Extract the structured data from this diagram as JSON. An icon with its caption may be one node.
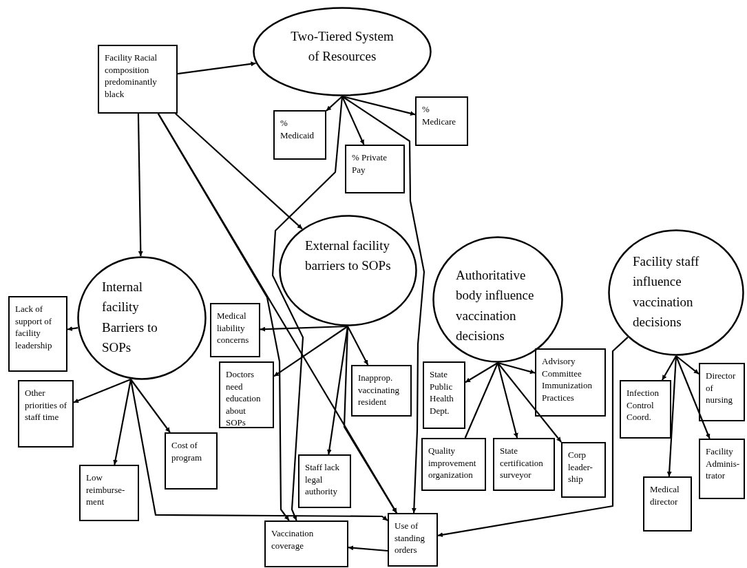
{
  "diagram": {
    "nodes": [
      {
        "text": [
          "Facility Racial composition predominantly black"
        ]
      },
      {
        "text": [
          "Two-Tiered System of Resources"
        ]
      },
      {
        "text": [
          "% Medicaid"
        ]
      },
      {
        "text": [
          "% Private Pay"
        ]
      },
      {
        "text": [
          "% Medicare"
        ]
      },
      {
        "text": [
          "External facility barriers to SOPs"
        ]
      },
      {
        "text": [
          "Internal facility Barriers to SOPs"
        ]
      },
      {
        "text": [
          "Lack of support of facility leadership"
        ]
      },
      {
        "text": [
          "Authoritative body influence vaccination decisions"
        ]
      },
      {
        "text": [
          "Facility staff influence vaccination decisions"
        ]
      },
      {
        "text": [
          "Medical liability concerns"
        ]
      },
      {
        "text": [
          "Inapprop. vaccinating resident"
        ]
      },
      {
        "text": [
          "State Public Health Dept."
        ]
      },
      {
        "text": [
          "Advisory Committee Immunization Practices"
        ]
      },
      {
        "text": [
          "Other priorities of staff time"
        ]
      },
      {
        "text": [
          "Doctors need education about SOPs"
        ]
      },
      {
        "text": [
          "Infection Control Coord."
        ]
      },
      {
        "text": [
          "Director of nursing"
        ]
      },
      {
        "text": [
          "Cost of program"
        ]
      },
      {
        "text": [
          "Quality improvement organization"
        ]
      },
      {
        "text": [
          "State certification surveyor"
        ]
      },
      {
        "text": [
          "Corp leader-ship"
        ]
      },
      {
        "text": [
          "Low reimburse-ment"
        ]
      },
      {
        "text": [
          "Staff lack legal authority"
        ]
      },
      {
        "text": [
          "Facility Adminis-trator"
        ]
      },
      {
        "text": [
          "Medical director"
        ]
      },
      {
        "text": [
          "Vaccination coverage"
        ]
      },
      {
        "text": [
          "Use of standing orders"
        ]
      }
    ],
    "edges": [
      {
        "from": 0,
        "to": 1,
        "arrow": "to"
      },
      {
        "from": 0,
        "to": 6,
        "arrow": "to"
      },
      {
        "from": 0,
        "to": 5,
        "arrow": "to"
      },
      {
        "from": 0,
        "to": 26,
        "arrow": "to"
      },
      {
        "from": 0,
        "to": 27,
        "arrow": "to"
      },
      {
        "from": 1,
        "to": 2,
        "arrow": "to"
      },
      {
        "from": 1,
        "to": 3,
        "arrow": "to"
      },
      {
        "from": 1,
        "to": 4,
        "arrow": "to"
      },
      {
        "from": 1,
        "to": 26,
        "arrow": "to"
      },
      {
        "from": 1,
        "to": 27,
        "arrow": "to"
      },
      {
        "from": 5,
        "to": 10,
        "arrow": "to"
      },
      {
        "from": 5,
        "to": 15,
        "arrow": "to"
      },
      {
        "from": 5,
        "to": 11,
        "arrow": "to"
      },
      {
        "from": 5,
        "to": 23,
        "arrow": "to"
      },
      {
        "from": 5,
        "to": 27,
        "arrow": "to"
      },
      {
        "from": 6,
        "to": 7,
        "arrow": "to"
      },
      {
        "from": 6,
        "to": 14,
        "arrow": "to"
      },
      {
        "from": 6,
        "to": 22,
        "arrow": "to"
      },
      {
        "from": 6,
        "to": 18,
        "arrow": "to"
      },
      {
        "from": 6,
        "to": 27,
        "arrow": "to"
      },
      {
        "from": 8,
        "to": 12,
        "arrow": "to"
      },
      {
        "from": 8,
        "to": 19,
        "arrow": "none"
      },
      {
        "from": 8,
        "to": 13,
        "arrow": "to"
      },
      {
        "from": 8,
        "to": 20,
        "arrow": "to"
      },
      {
        "from": 8,
        "to": 21,
        "arrow": "to"
      },
      {
        "from": 9,
        "to": 16,
        "arrow": "to"
      },
      {
        "from": 9,
        "to": 17,
        "arrow": "to"
      },
      {
        "from": 9,
        "to": 25,
        "arrow": "to"
      },
      {
        "from": 9,
        "to": 24,
        "arrow": "to"
      },
      {
        "from": 9,
        "to": 27,
        "arrow": "to"
      },
      {
        "from": 27,
        "to": 26,
        "arrow": "to"
      }
    ]
  }
}
